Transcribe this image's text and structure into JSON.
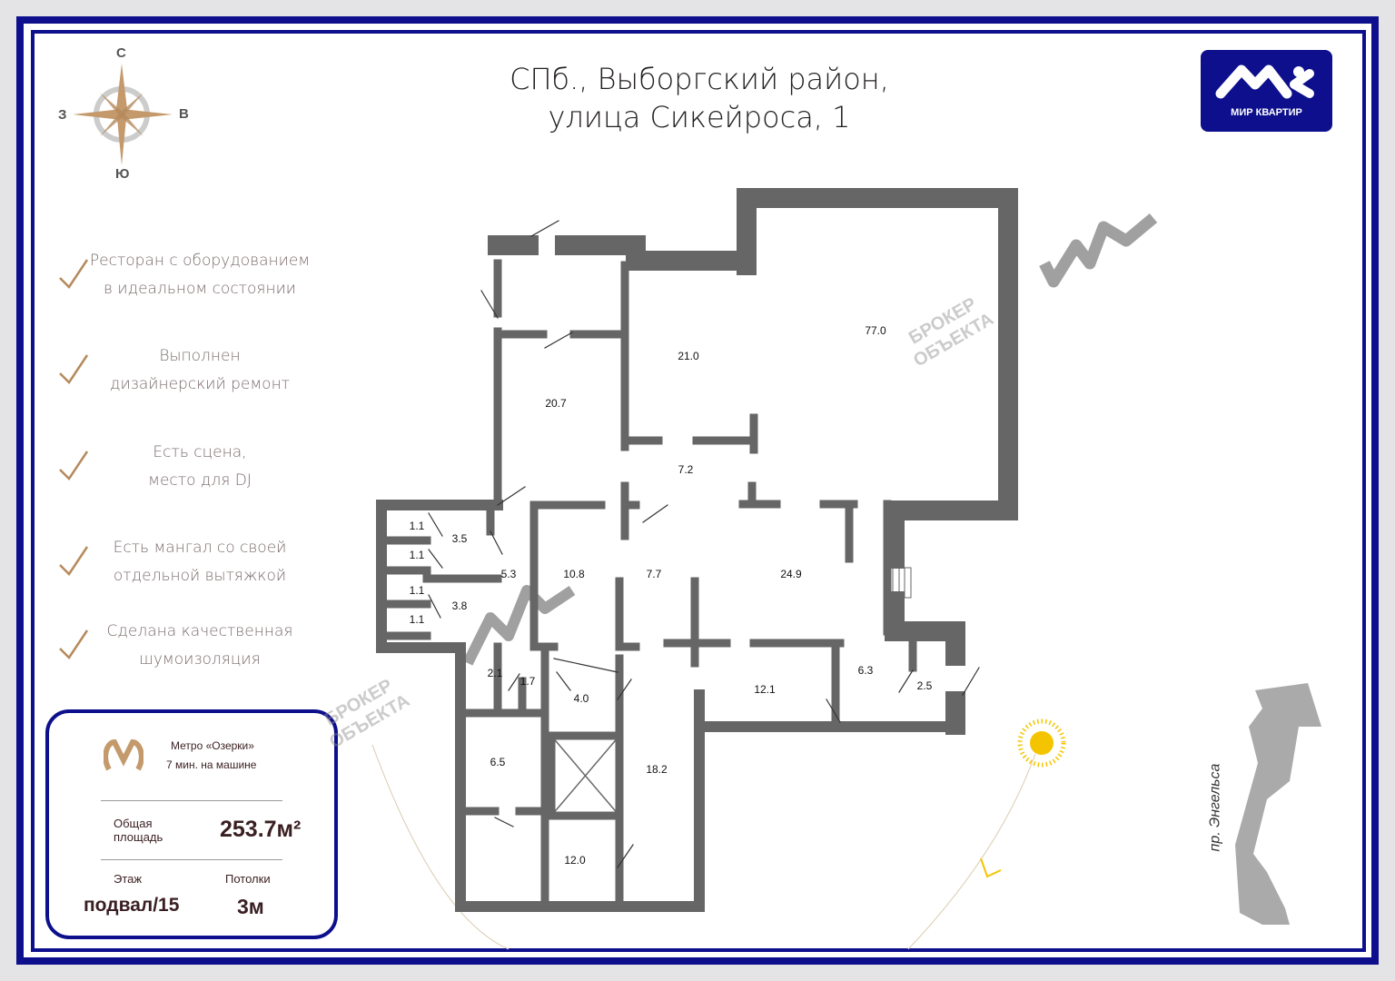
{
  "header": {
    "title_line1": "СПб., Выборгский район,",
    "title_line2": "улица Сикейроса, 1"
  },
  "logo": {
    "text": "МИР КВАРТИР"
  },
  "compass": {
    "north": "С",
    "south": "Ю",
    "west": "З",
    "east": "В"
  },
  "features": [
    {
      "line1": "Ресторан с оборудованием",
      "line2": "в идеальном состоянии"
    },
    {
      "line1": "Выполнен",
      "line2": "дизайнерский ремонт"
    },
    {
      "line1": "Есть сцена,",
      "line2": "место для DJ"
    },
    {
      "line1": "Есть мангал со своей",
      "line2": "отдельной вытяжкой"
    },
    {
      "line1": "Сделана качественная",
      "line2": "шумоизоляция"
    }
  ],
  "info": {
    "metro": "Метро «Озерки»",
    "metro_time": "7 мин. на машине",
    "area_label1": "Общая",
    "area_label2": "площадь",
    "area_value": "253.7м²",
    "floor_label": "Этаж",
    "floor_value": "подвал/15",
    "ceiling_label": "Потолки",
    "ceiling_value": "3м"
  },
  "rooms": [
    "77.0",
    "21.0",
    "20.7",
    "7.2",
    "3.5",
    "5.3",
    "10.8",
    "7.7",
    "24.9",
    "3.8",
    "1.1",
    "1.1",
    "1.1",
    "1.1",
    "2.1",
    "1.7",
    "4.0",
    "6.3",
    "2.5",
    "12.1",
    "6.5",
    "18.2",
    "12.0"
  ],
  "watermark": {
    "line1": "БРОКЕР",
    "line2": "ОБЪЕКТА"
  },
  "street": "пр. Энгельса",
  "colors": {
    "frame": "#0d0f8c",
    "wall": "#666666",
    "accent": "#c49a6c",
    "sun": "#f5c400"
  }
}
